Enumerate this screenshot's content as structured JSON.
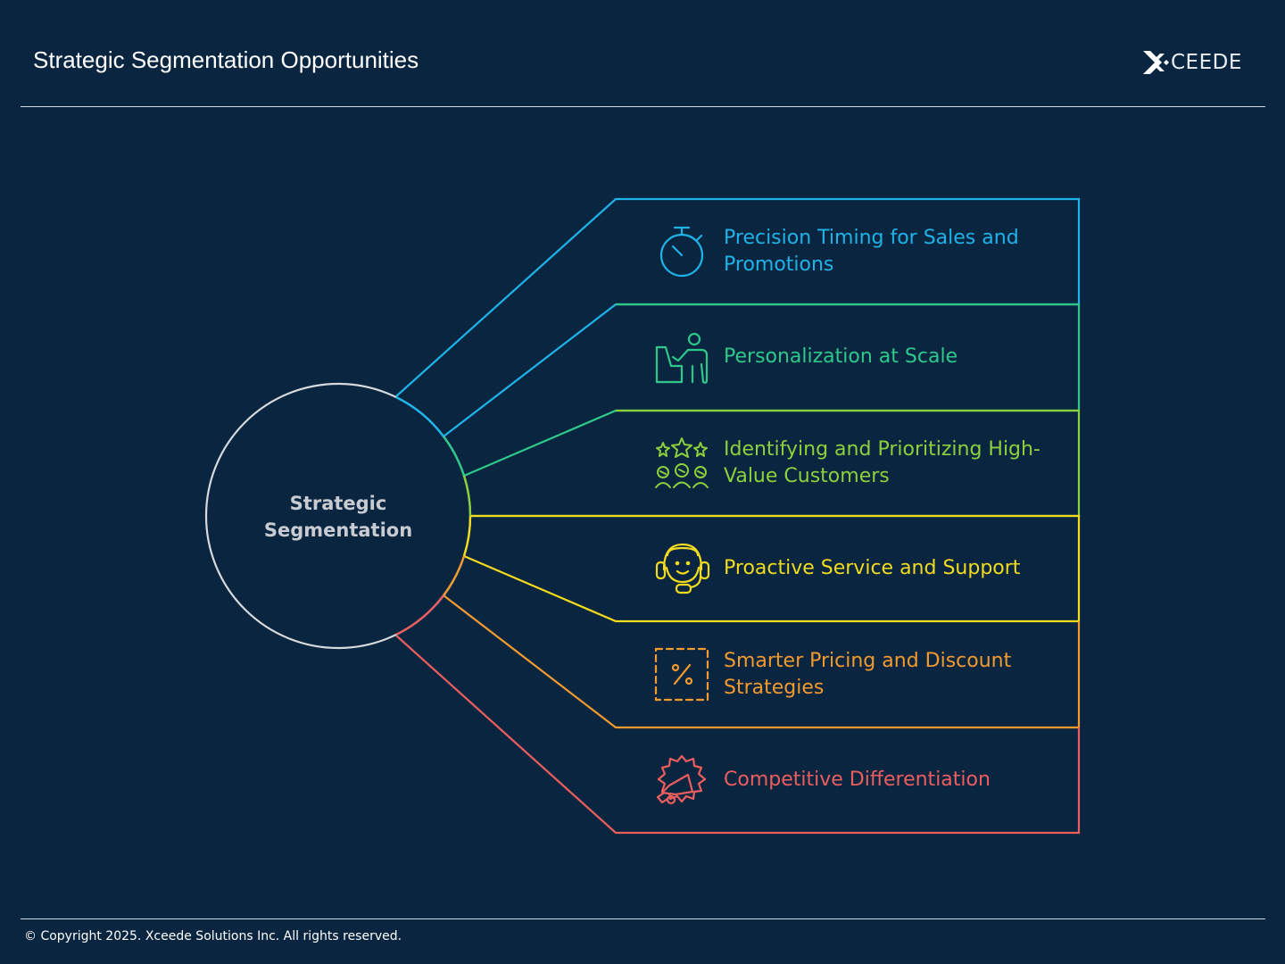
{
  "header": {
    "title": "Strategic Segmentation Opportunities",
    "logo_text": "CEEDE",
    "logo_mark": "X"
  },
  "diagram": {
    "center": "Strategic Segmentation",
    "segments": [
      {
        "label": "Precision Timing for Sales and Promotions",
        "icon": "stopwatch-icon",
        "color": "#1fb3e8"
      },
      {
        "label": "Personalization at Scale",
        "icon": "person-at-desk-icon",
        "color": "#2ec98a"
      },
      {
        "label": "Identifying and Prioritizing High-Value Customers",
        "icon": "customer-rating-icon",
        "color": "#8cd13c"
      },
      {
        "label": "Proactive Service and Support",
        "icon": "headset-support-icon",
        "color": "#f2db1e"
      },
      {
        "label": "Smarter Pricing and Discount Strategies",
        "icon": "discount-percent-icon",
        "color": "#f29a2e"
      },
      {
        "label": "Competitive Differentiation",
        "icon": "megaphone-icon",
        "color": "#ec5e5e"
      }
    ]
  },
  "footer": {
    "copyright": "© Copyright 2025. Xceede Solutions Inc. All rights reserved."
  },
  "colors": {
    "background": "#0a2540",
    "circle_stroke": "#d7d9dc"
  }
}
